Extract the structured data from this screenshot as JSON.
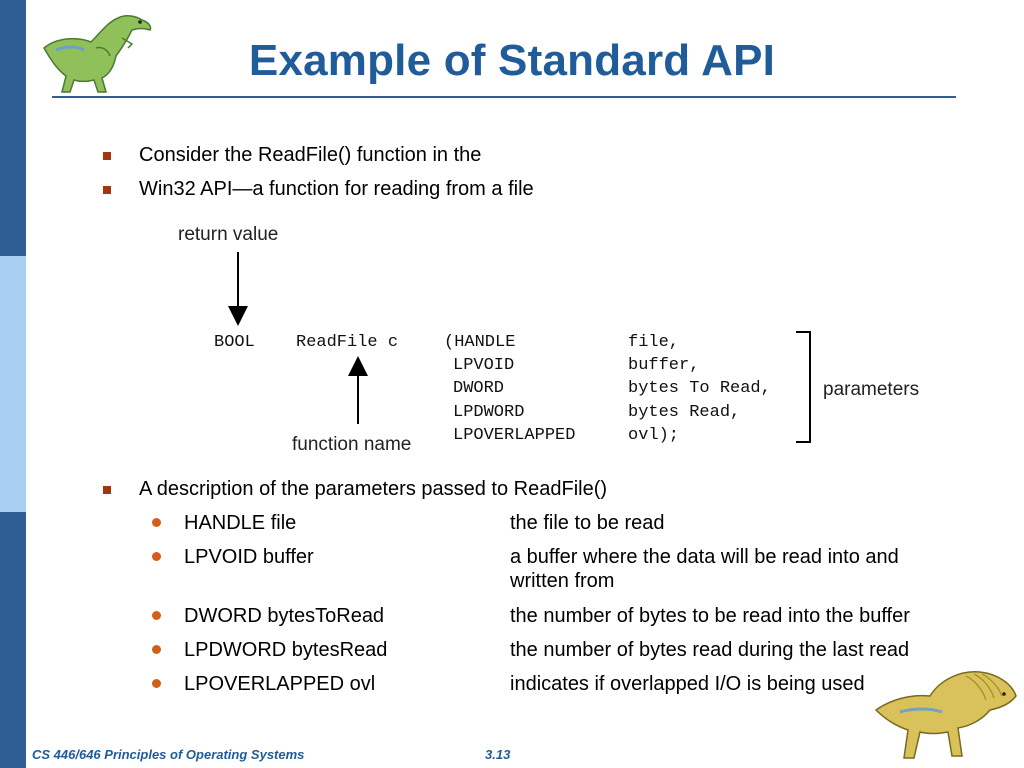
{
  "colors": {
    "title": "#1f5c99",
    "sidebar_dark": "#2d5f94",
    "sidebar_light": "#a9cff2",
    "bullet_square": "#a0370f",
    "bullet_dot": "#d35e1b"
  },
  "slide": {
    "title": "Example of Standard API",
    "intro_bullets": [
      "Consider the ReadFile() function in the",
      "Win32 API—a function for reading from a file"
    ],
    "diagram": {
      "return_label": "return value",
      "function_label": "function name",
      "parameters_label": "parameters",
      "return_type": "BOOL",
      "func_name": "ReadFile c",
      "rows": [
        {
          "type": "(HANDLE",
          "name": "file,"
        },
        {
          "type": "LPVOID",
          "name": "buffer,"
        },
        {
          "type": "DWORD",
          "name": "bytes To Read,"
        },
        {
          "type": "LPDWORD",
          "name": "bytes Read,"
        },
        {
          "type": "LPOVERLAPPED",
          "name": "ovl);"
        }
      ]
    },
    "desc_heading": "A description of the parameters passed to ReadFile()",
    "params": [
      {
        "name": "HANDLE file",
        "desc": "the file to be read"
      },
      {
        "name": "LPVOID buffer",
        "desc": "a buffer where the data will be read into and",
        "desc2": "written from"
      },
      {
        "name": "DWORD bytesToRead",
        "desc": "the number of bytes to be read into the buffer"
      },
      {
        "name": "LPDWORD bytesRead",
        "desc": "the number of bytes read during the last read"
      },
      {
        "name": "LPOVERLAPPED ovl",
        "desc": "indicates if overlapped I/O is being used"
      }
    ]
  },
  "footer": {
    "course": "CS 446/646 Principles of Operating Systems",
    "page": "3.13"
  }
}
